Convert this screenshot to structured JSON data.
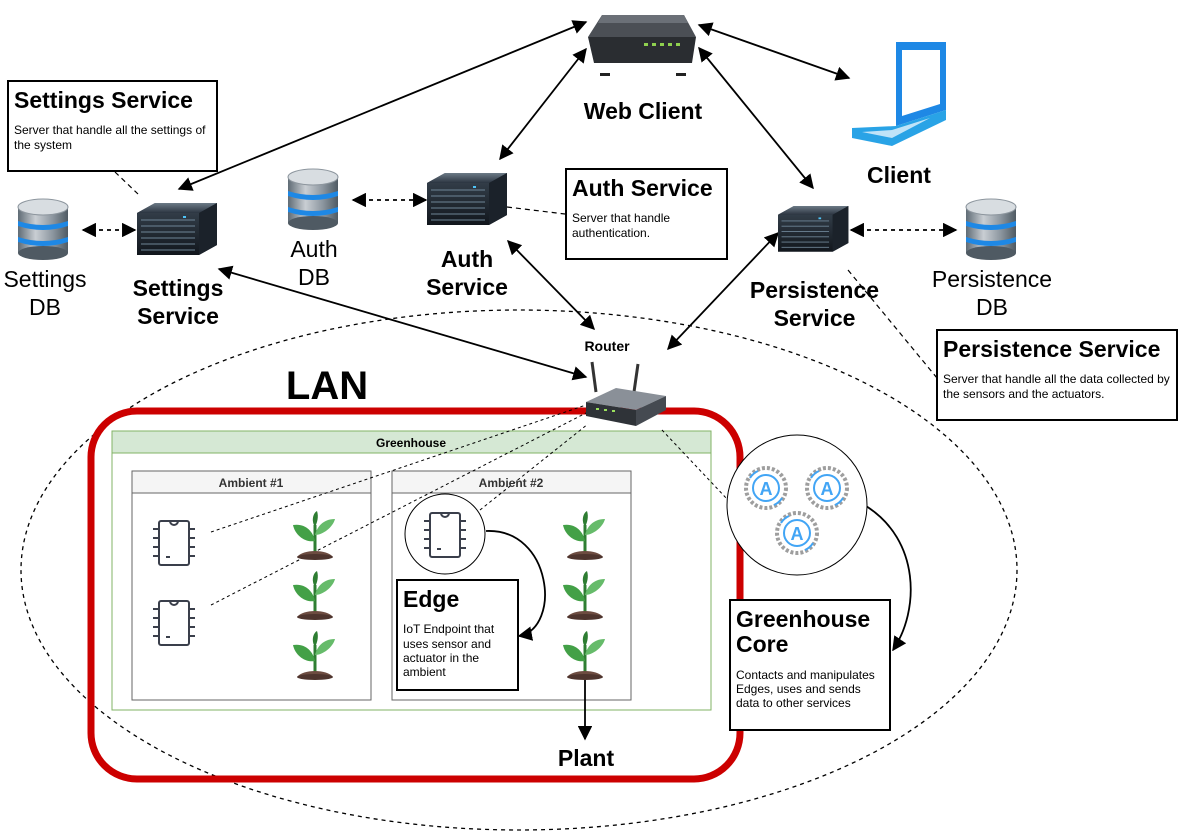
{
  "nodes": {
    "web_client": "Web Client",
    "client": "Client",
    "settings_service": "Settings Service",
    "settings_db": "Settings DB",
    "auth_db": "Auth DB",
    "auth_service": "Auth Service",
    "persistence_service": "Persistence Service",
    "persistence_db": "Persistence DB",
    "router": "Router",
    "lan": "LAN",
    "greenhouse": "Greenhouse",
    "ambient_1": "Ambient #1",
    "ambient_2": "Ambient #2",
    "plant": "Plant"
  },
  "notes": {
    "settings": {
      "title": "Settings Service",
      "body": "Server that handle all the settings of the system"
    },
    "auth": {
      "title": "Auth Service",
      "body": "Server that handle authentication."
    },
    "persistence": {
      "title": "Persistence Service",
      "body": "Server that handle all the data collected by the sensors and the actuators."
    },
    "edge": {
      "title": "Edge",
      "body": "IoT Endpoint that uses sensor and actuator in the ambient"
    },
    "core": {
      "title": "Greenhouse Core",
      "body": "Contacts and manipulates Edges, uses and sends data to other services"
    }
  },
  "core_cluster": {
    "glyphs": [
      "A",
      "A",
      "A"
    ]
  },
  "colors": {
    "lan_border": "#cc0000",
    "greenhouse_fill": "#d5e8d4",
    "greenhouse_border": "#82b366",
    "db_blue": "#1e88e5",
    "laptop_blue": "#29a3e6"
  }
}
